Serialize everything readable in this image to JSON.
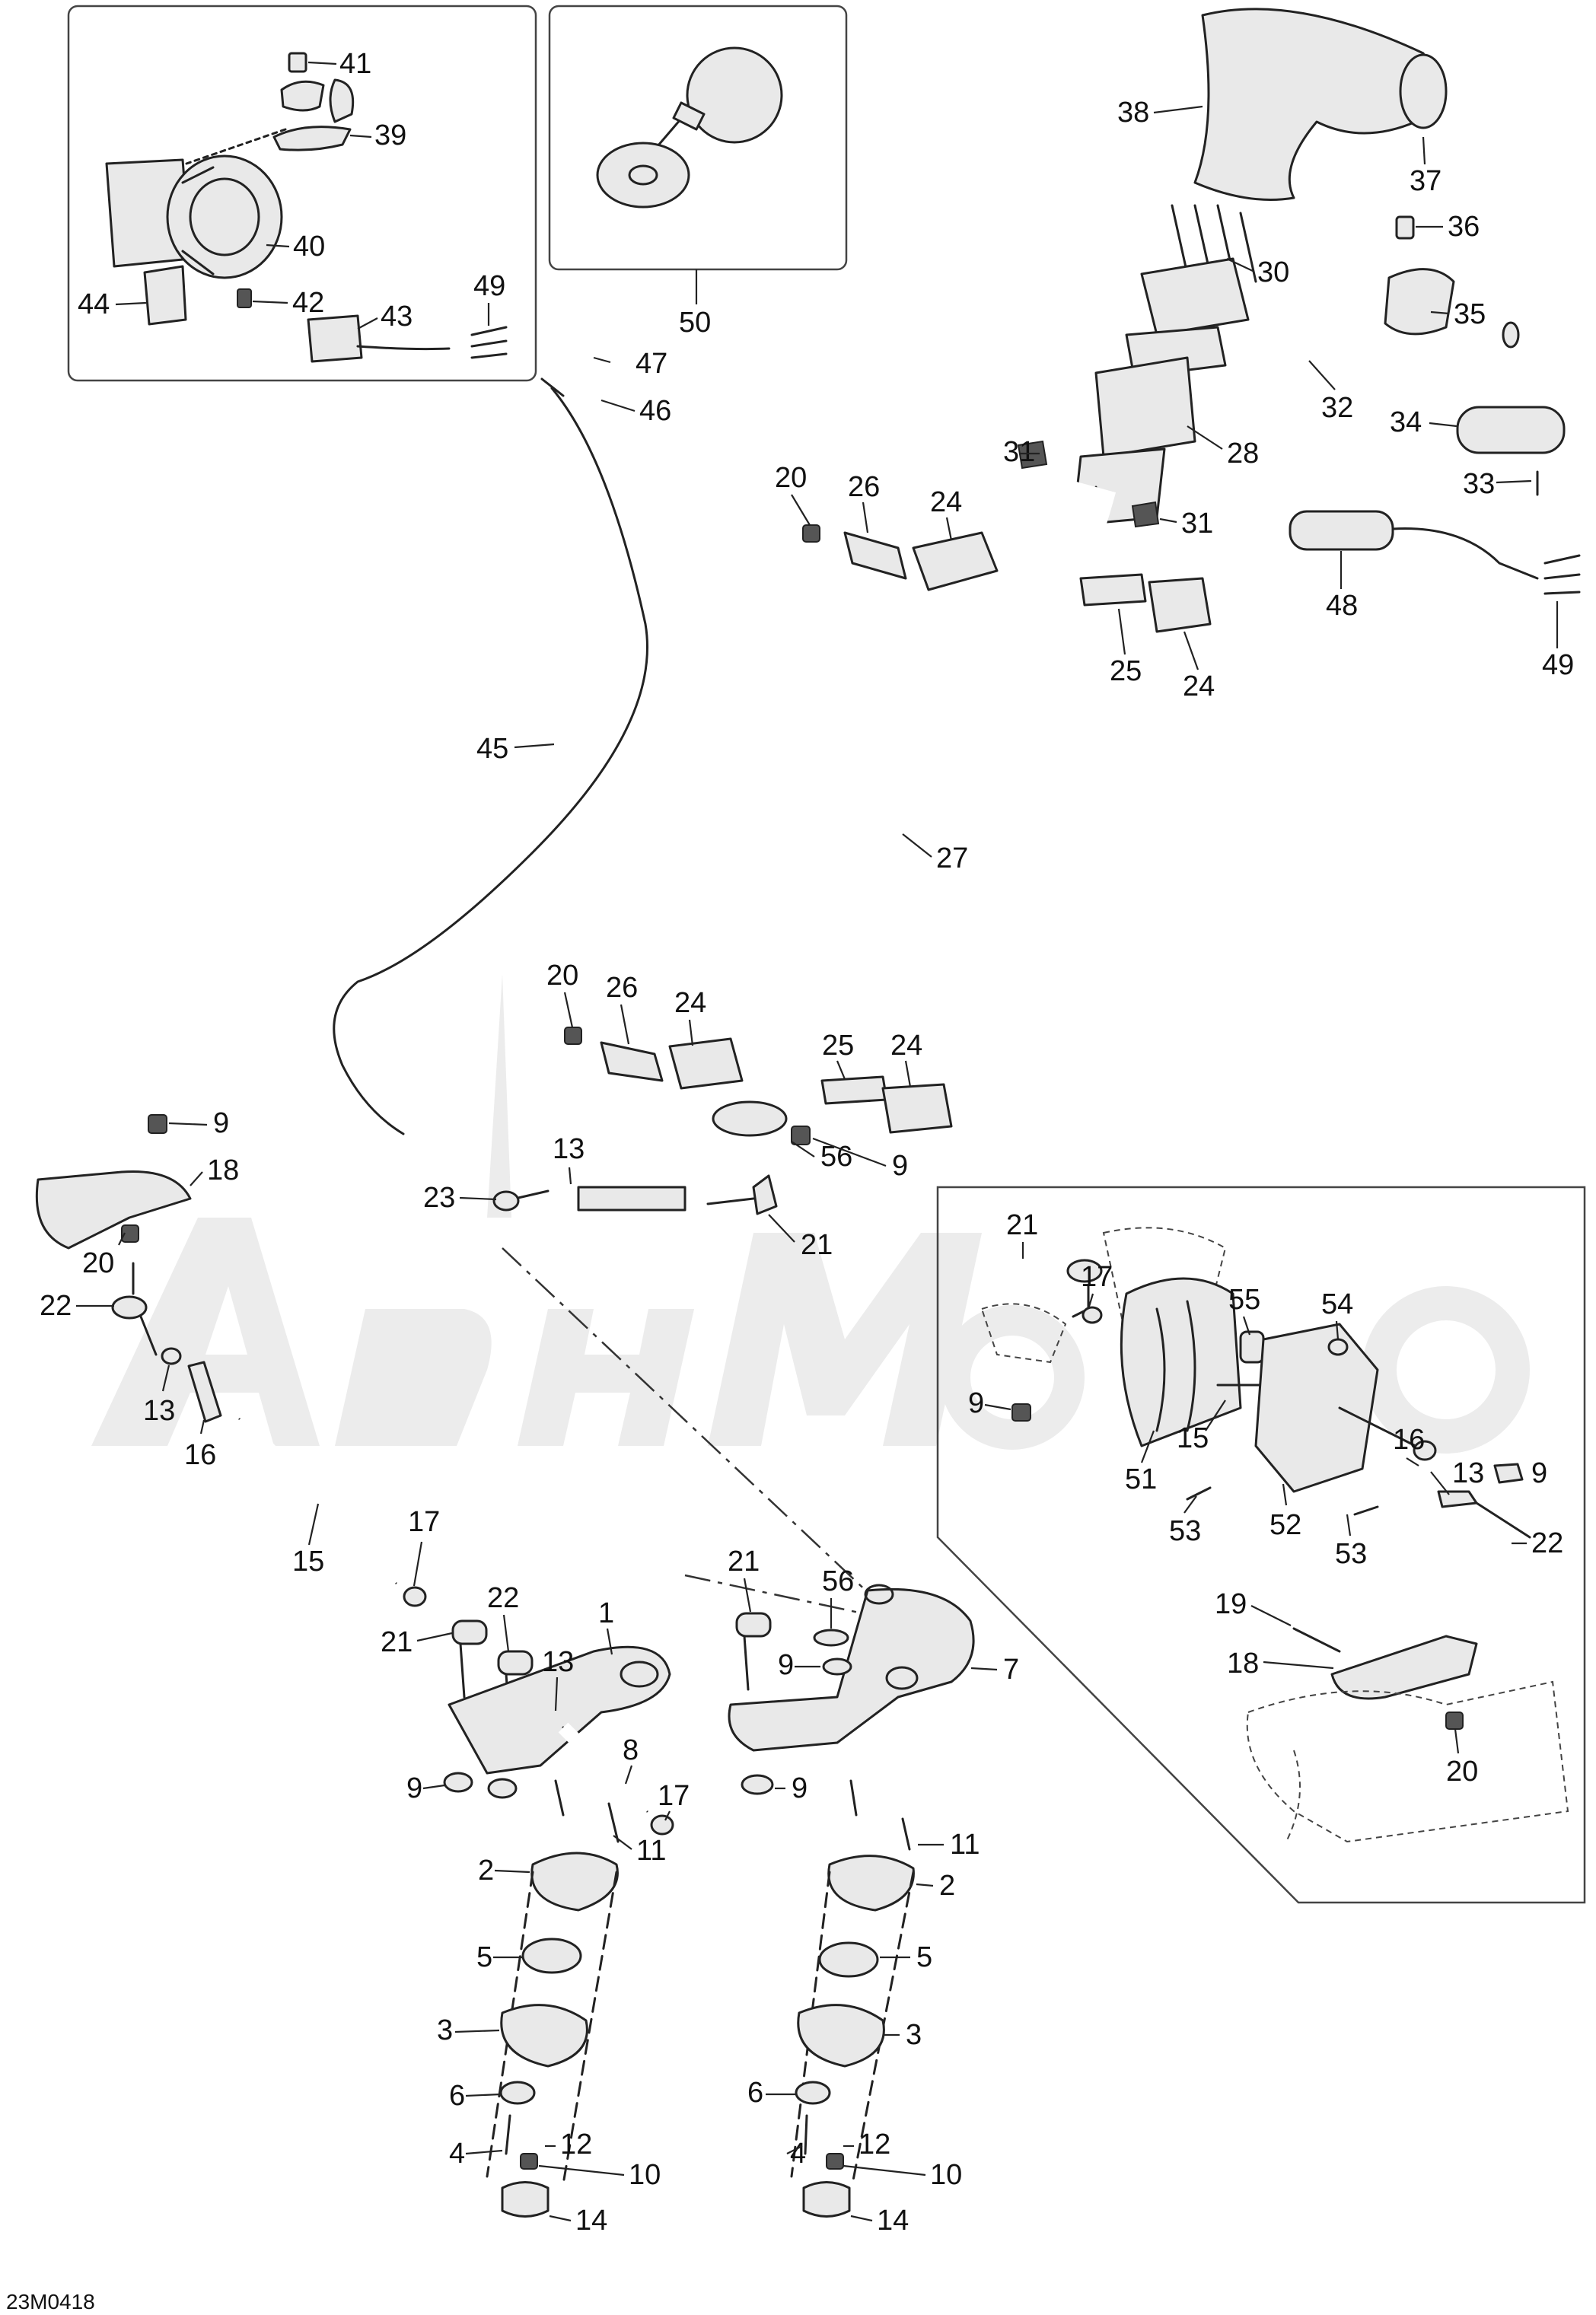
{
  "diagram": {
    "drawing_code": "23M0418",
    "watermark": "АвтоМото",
    "callouts": [
      "1",
      "2",
      "3",
      "4",
      "5",
      "6",
      "7",
      "8",
      "9",
      "10",
      "11",
      "12",
      "13",
      "14",
      "15",
      "16",
      "17",
      "18",
      "19",
      "20",
      "21",
      "22",
      "23",
      "24",
      "25",
      "26",
      "27",
      "28",
      "30",
      "31",
      "32",
      "33",
      "34",
      "35",
      "36",
      "37",
      "38",
      "39",
      "40",
      "41",
      "42",
      "43",
      "44",
      "45",
      "46",
      "47",
      "48",
      "49",
      "50",
      "51",
      "52",
      "53",
      "54",
      "55",
      "56"
    ]
  }
}
